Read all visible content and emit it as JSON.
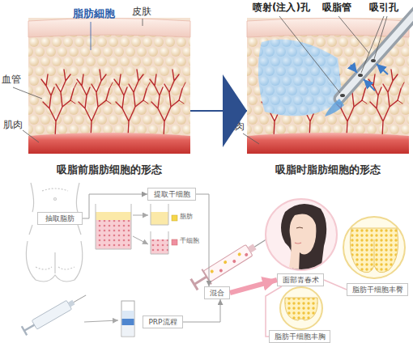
{
  "diagram": {
    "nodes": [
      {
        "text": [
          "吸脂前脂肪细胞的形态"
        ]
      },
      {
        "text": [
          "吸脂时脂肪细胞的形态"
        ]
      },
      {
        "text": [
          "抽取脂肪"
        ]
      },
      {
        "text": [
          "提取干细胞"
        ]
      },
      {
        "text": [
          "混合"
        ]
      },
      {
        "text": [
          "PRP流程"
        ]
      },
      {
        "text": [
          "面部青春术"
        ]
      },
      {
        "text": [
          "脂肪干细胞丰臀"
        ]
      },
      {
        "text": [
          "脂肪干细胞丰胸"
        ]
      }
    ],
    "edges": [
      {
        "from": 0,
        "to": 1,
        "arrow": "to"
      },
      {
        "from": 2,
        "to": 3,
        "arrow": "to"
      },
      {
        "from": 3,
        "to": 4,
        "arrow": "to"
      },
      {
        "from": 5,
        "to": 4,
        "arrow": "to"
      },
      {
        "from": 4,
        "to": 6,
        "arrow": "to"
      },
      {
        "from": 6,
        "to": 7,
        "arrow": "none"
      },
      {
        "from": 6,
        "to": 8,
        "arrow": "none"
      }
    ],
    "labels": [
      "脂肪細胞",
      "皮肤",
      "血管",
      "肌肉",
      "喷射(注入)孔",
      "吸脂管",
      "吸引孔",
      "肌肉",
      "脂肪",
      "干细胞"
    ]
  }
}
